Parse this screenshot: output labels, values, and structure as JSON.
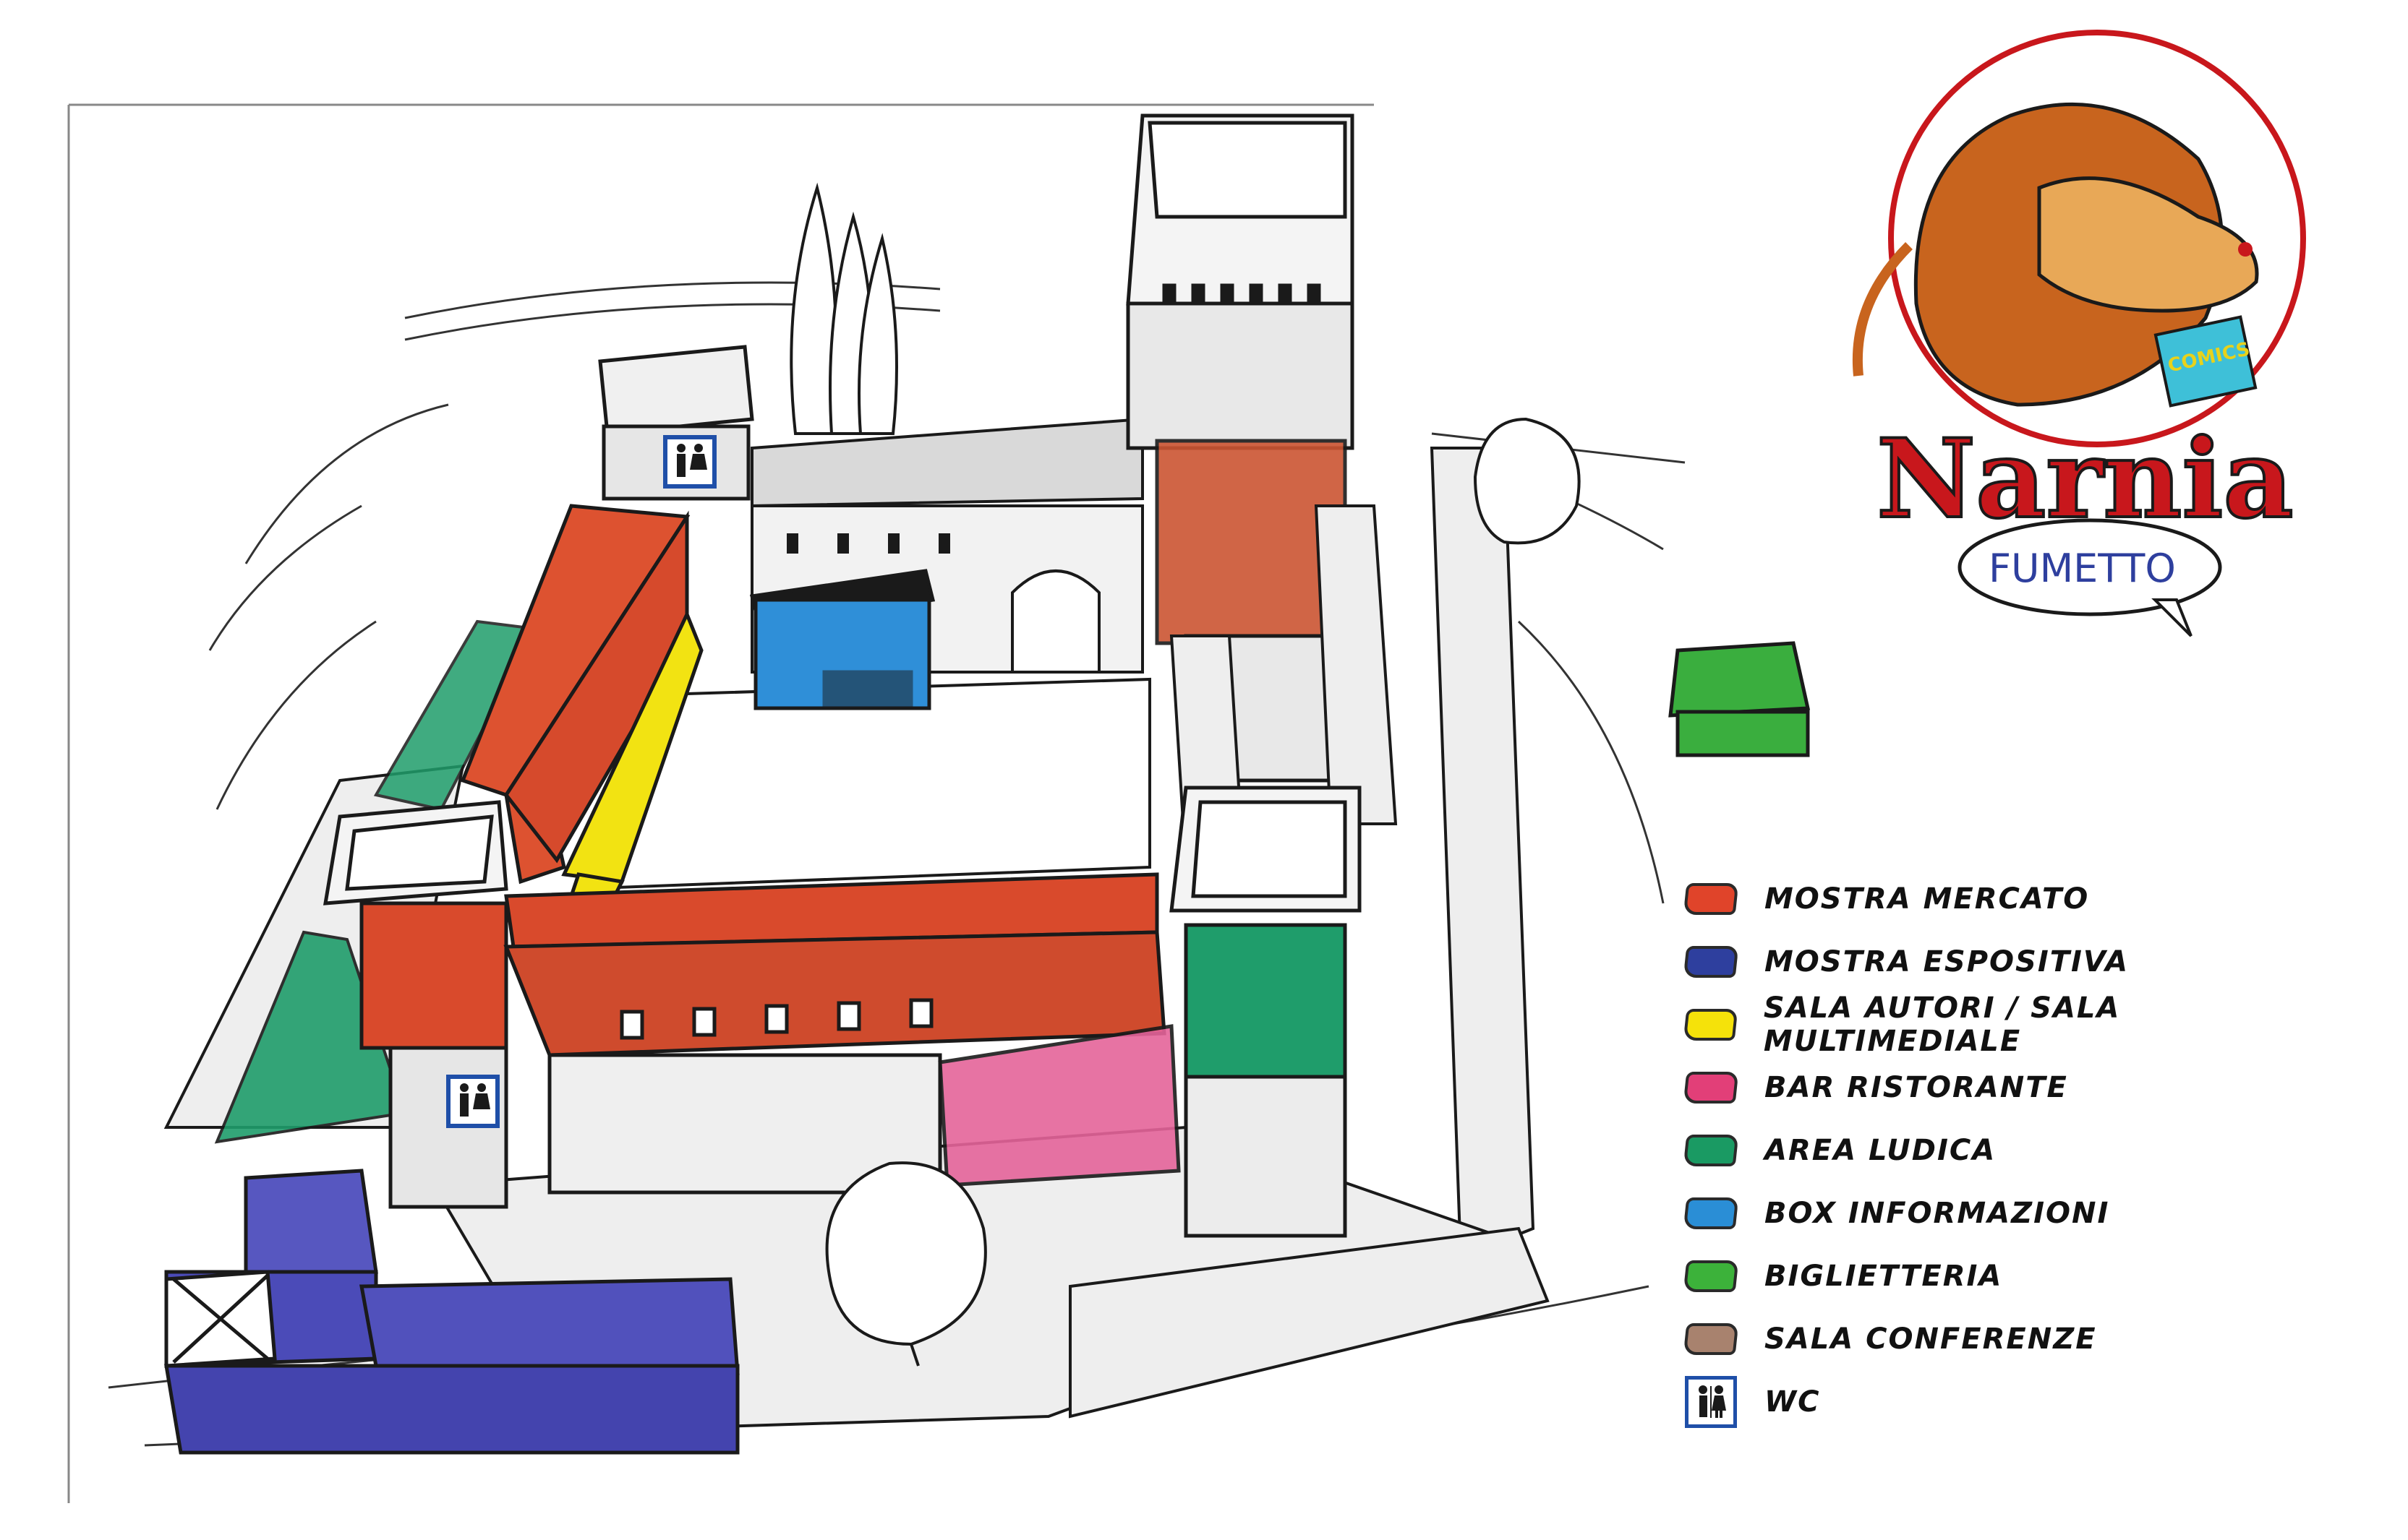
{
  "logo": {
    "title": "Narnia",
    "subtitle": "FUMETTO",
    "comic_text": "COMICS"
  },
  "legend": {
    "items": [
      {
        "label": "MOSTRA MERCATO",
        "color": "#e0442a"
      },
      {
        "label": "MOSTRA ESPOSITIVA",
        "color": "#2e3f9e"
      },
      {
        "label": "SALA AUTORI / SALA MULTIMEDIALE",
        "color": "#f5e20a"
      },
      {
        "label": "BAR RISTORANTE",
        "color": "#e23f78"
      },
      {
        "label": "AREA LUDICA",
        "color": "#1a9a63"
      },
      {
        "label": "BOX INFORMAZIONI",
        "color": "#2a8ed6"
      },
      {
        "label": "BIGLIETTERIA",
        "color": "#3cb23a"
      },
      {
        "label": "SALA CONFERENZE",
        "color": "#a8826e"
      },
      {
        "label": "WC",
        "color": "#1f4fa8",
        "icon": "wc-icon"
      }
    ]
  },
  "colors": {
    "mercato": "#d94a2c",
    "espositiva": "#4b4bb8",
    "autori": "#f2e312",
    "bar": "#e5649a",
    "ludica": "#1f9d6b",
    "info": "#2f8fd8",
    "biglietteria": "#3aae3e",
    "outline": "#1a1a1a",
    "lion": "#c8641e",
    "title_red": "#c8171c"
  }
}
